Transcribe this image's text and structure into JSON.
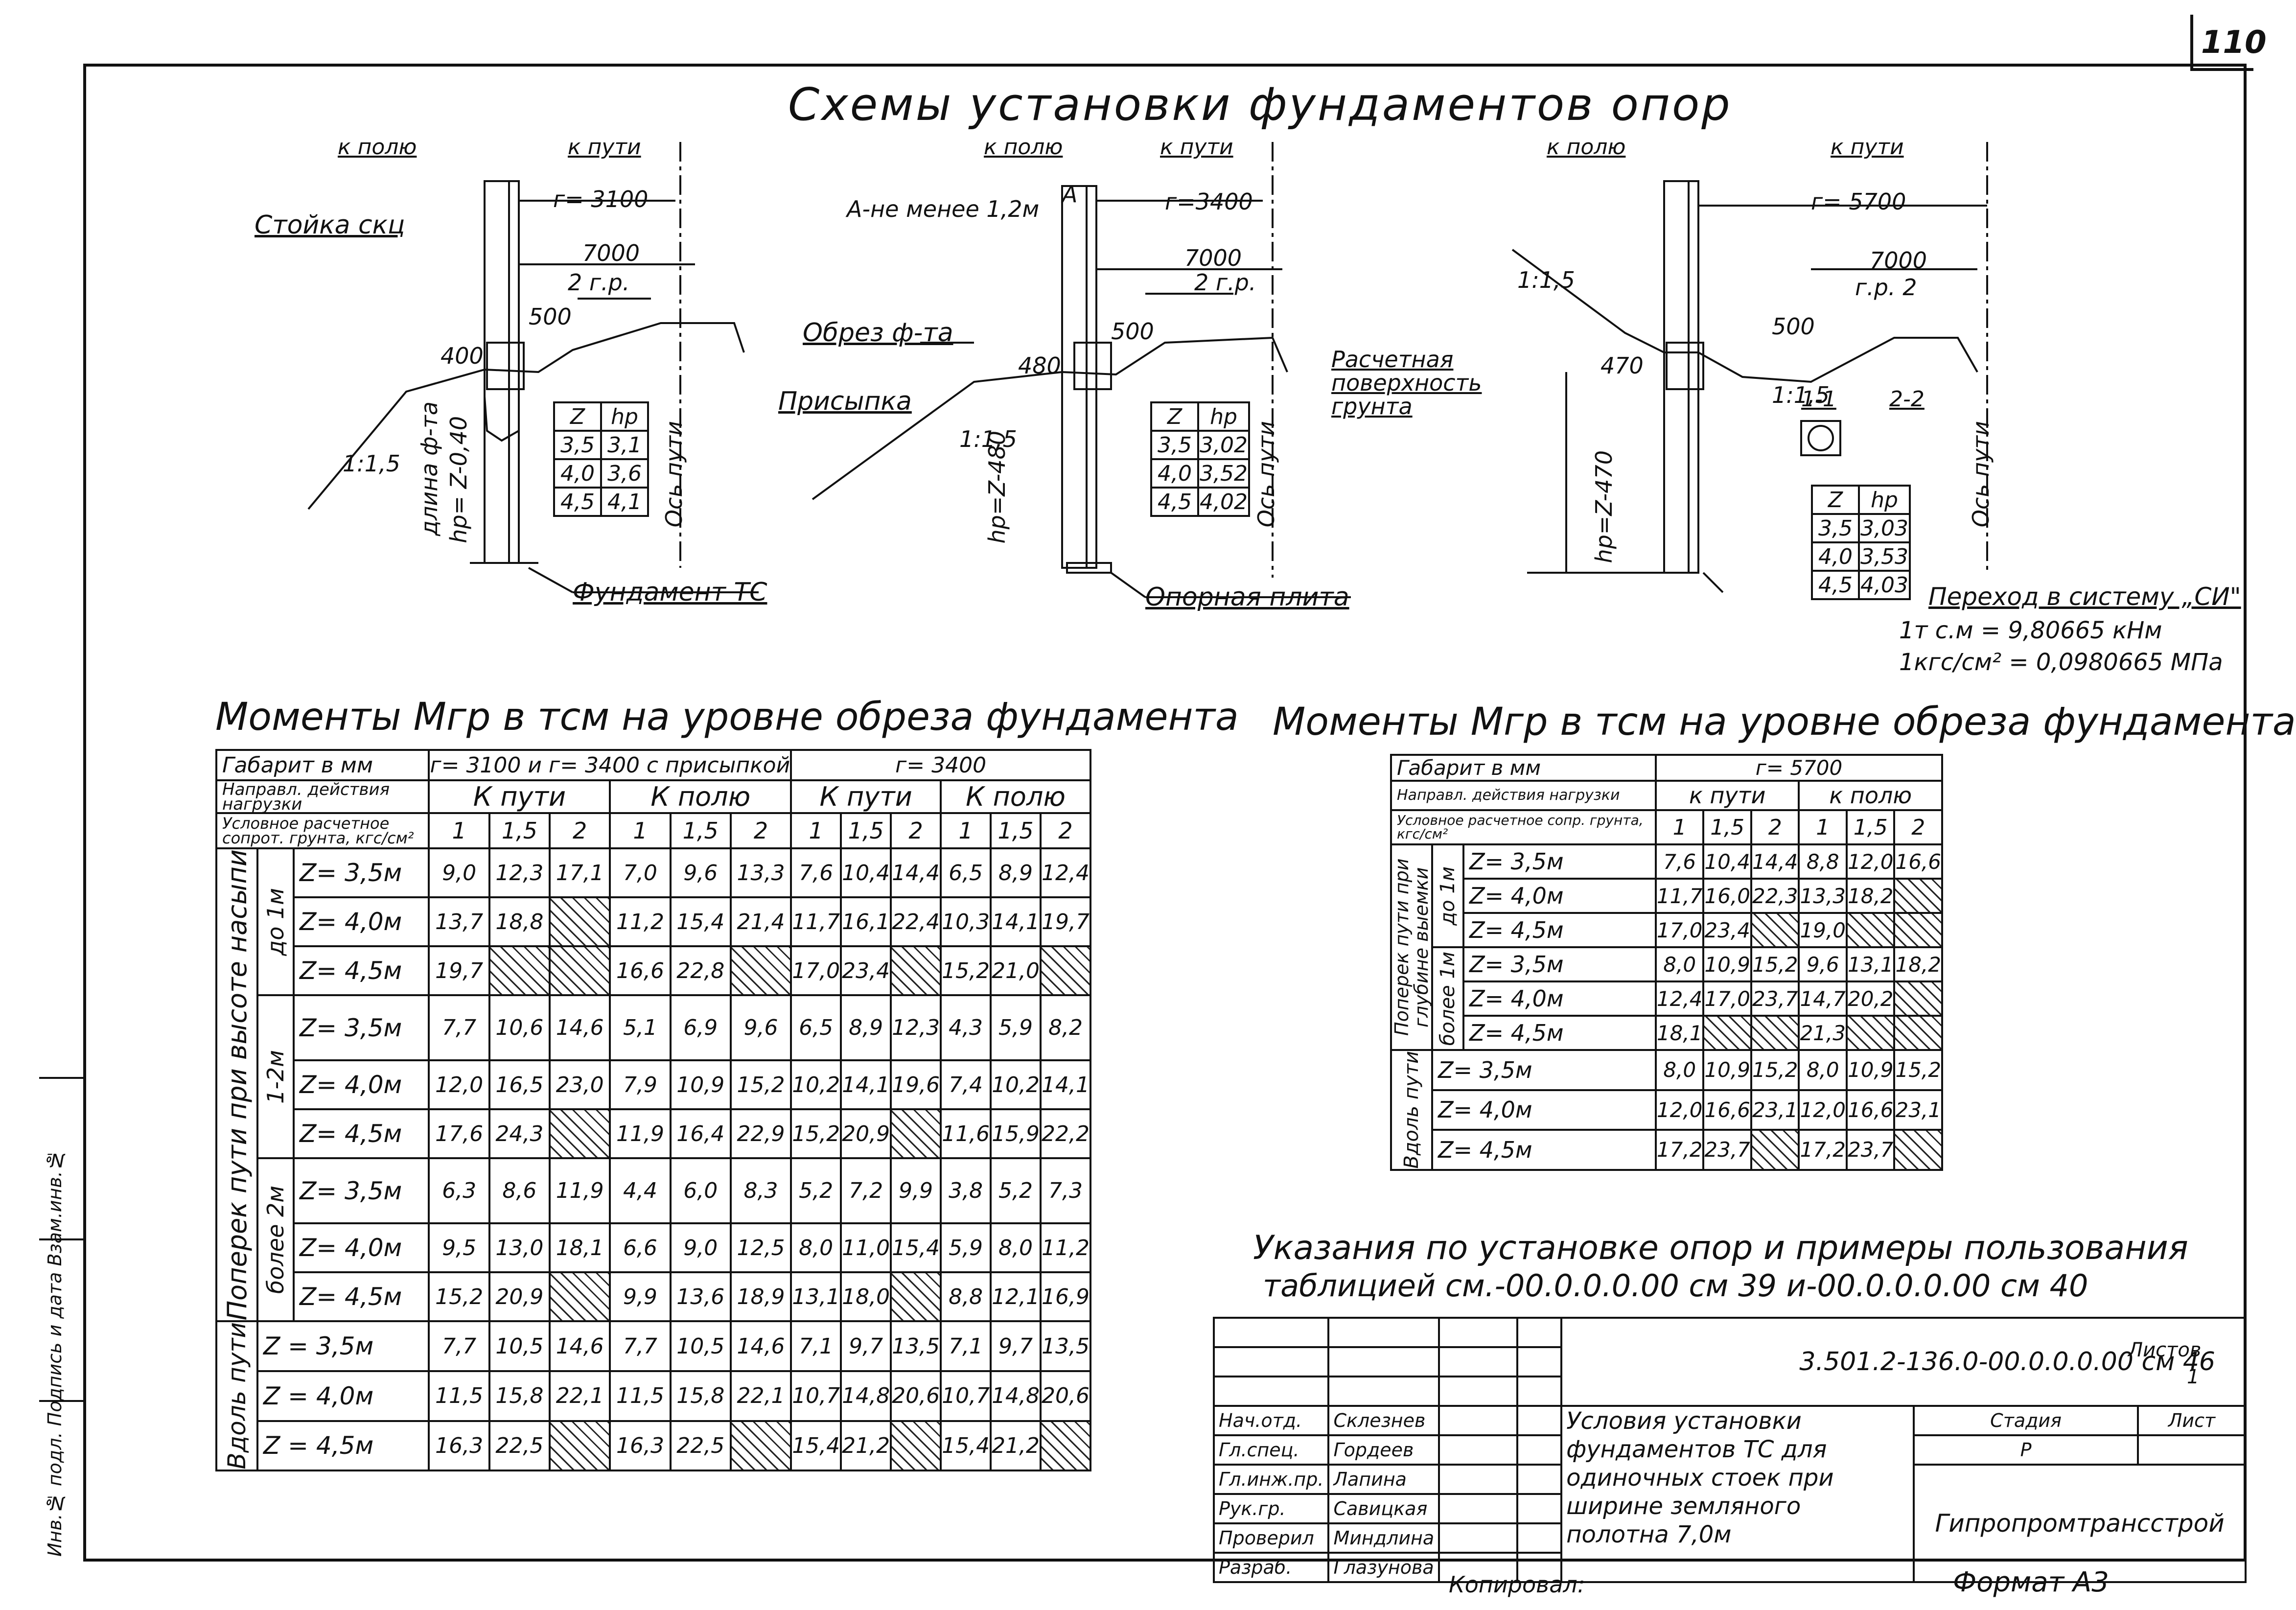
{
  "page_number": "110",
  "main_title": "Схемы установки фундаментов опор",
  "schemes": {
    "s1": {
      "to_field": "к полю",
      "to_track": "к пути",
      "stand_label": "Стойка скц",
      "r_label": "г= 3100",
      "dim_7000": "7000",
      "dim_2gr": "2 г.р.",
      "dim_400": "400",
      "dim_500": "500",
      "slope": "1:1,5",
      "depth_label": "длина ф-та",
      "hp_label": "hp= Z-0,40",
      "axis_label": "Ось пути",
      "foundation_label": "Фундамент ТС",
      "mini_header": [
        "Z",
        "hp"
      ],
      "mini_rows": [
        [
          "3,5",
          "3,1"
        ],
        [
          "4,0",
          "3,6"
        ],
        [
          "4,5",
          "4,1"
        ]
      ]
    },
    "s2": {
      "to_field": "к полю",
      "to_track": "к пути",
      "a_label": "А-не менее 1,2м",
      "a_mark": "А",
      "r_label": "г=3400",
      "dim_7000": "7000",
      "dim_2gr": "2 г.р.",
      "cut_label": "Обрез ф-та",
      "fill_label": "Присыпка",
      "dim_480": "480",
      "dim_500": "500",
      "slope": "1:1,5",
      "hp_label": "hp=Z-480",
      "axis_label": "Ось пути",
      "plate_label": "Опорная плита",
      "mini_header": [
        "Z",
        "hp"
      ],
      "mini_rows": [
        [
          "3,5",
          "3,02"
        ],
        [
          "4,0",
          "3,52"
        ],
        [
          "4,5",
          "4,02"
        ]
      ]
    },
    "s3": {
      "to_field": "к полю",
      "to_track": "к пути",
      "r_label": "г= 5700",
      "dim_7000": "7000",
      "dim_2gr": "г.р. 2",
      "dim_500": "500",
      "dim_470": "470",
      "slope1": "1:1,5",
      "slope2": "1:1,5",
      "surface_label": "Расчетная поверхность грунта",
      "hp_label": "hp=Z-470",
      "axis_label": "Ось пути",
      "section_1": "1-1",
      "section_2": "2-2",
      "mini_header": [
        "Z",
        "hp"
      ],
      "mini_rows": [
        [
          "3,5",
          "3,03"
        ],
        [
          "4,0",
          "3,53"
        ],
        [
          "4,5",
          "4,03"
        ]
      ],
      "si_title": "Переход в систему „СИ\"",
      "si_line1": "1т с.м = 9,80665 кНм",
      "si_line2": "1кгс/см² = 0,0980665 МПа"
    }
  },
  "table_left": {
    "title": "Моменты Mгр в тсм на уровне обреза фундамента",
    "h_gabarit": "Габарит в мм",
    "h_gab_a": "г= 3100 и г= 3400 с присыпкой",
    "h_gab_b": "г= 3400",
    "h_direction": "Направл. действия нагрузки",
    "dirs": [
      "К пути",
      "К полю",
      "К пути",
      "К полю"
    ],
    "h_soil": "Условное расчетное сопрот. грунта, кгс/см²",
    "soils": [
      "1",
      "1,5",
      "2",
      "1",
      "1,5",
      "2",
      "1",
      "1,5",
      "2",
      "1",
      "1,5",
      "2"
    ],
    "group_across": "Поперек пути при высоте насыпи",
    "group_along": "Вдоль пути",
    "subgroups": [
      "до 1м",
      "1-2м",
      "более 2м"
    ],
    "rows": [
      {
        "z": "Z= 3,5м",
        "v": [
          "9,0",
          "12,3",
          "17,1",
          "7,0",
          "9,6",
          "13,3",
          "7,6",
          "10,4",
          "14,4",
          "6,5",
          "8,9",
          "12,4"
        ]
      },
      {
        "z": "Z= 4,0м",
        "v": [
          "13,7",
          "18,8",
          "",
          "11,2",
          "15,4",
          "21,4",
          "11,7",
          "16,1",
          "22,4",
          "10,3",
          "14,1",
          "19,7"
        ]
      },
      {
        "z": "Z= 4,5м",
        "v": [
          "19,7",
          "",
          "",
          "16,6",
          "22,8",
          "",
          "17,0",
          "23,4",
          "",
          "15,2",
          "21,0",
          ""
        ]
      },
      {
        "z": "Z= 3,5м",
        "v": [
          "7,7",
          "10,6",
          "14,6",
          "5,1",
          "6,9",
          "9,6",
          "6,5",
          "8,9",
          "12,3",
          "4,3",
          "5,9",
          "8,2"
        ]
      },
      {
        "z": "Z= 4,0м",
        "v": [
          "12,0",
          "16,5",
          "23,0",
          "7,9",
          "10,9",
          "15,2",
          "10,2",
          "14,1",
          "19,6",
          "7,4",
          "10,2",
          "14,1"
        ]
      },
      {
        "z": "Z= 4,5м",
        "v": [
          "17,6",
          "24,3",
          "",
          "11,9",
          "16,4",
          "22,9",
          "15,2",
          "20,9",
          "",
          "11,6",
          "15,9",
          "22,2"
        ]
      },
      {
        "z": "Z= 3,5м",
        "v": [
          "6,3",
          "8,6",
          "11,9",
          "4,4",
          "6,0",
          "8,3",
          "5,2",
          "7,2",
          "9,9",
          "3,8",
          "5,2",
          "7,3"
        ]
      },
      {
        "z": "Z= 4,0м",
        "v": [
          "9,5",
          "13,0",
          "18,1",
          "6,6",
          "9,0",
          "12,5",
          "8,0",
          "11,0",
          "15,4",
          "5,9",
          "8,0",
          "11,2"
        ]
      },
      {
        "z": "Z= 4,5м",
        "v": [
          "15,2",
          "20,9",
          "",
          "9,9",
          "13,6",
          "18,9",
          "13,1",
          "18,0",
          "",
          "8,8",
          "12,1",
          "16,9"
        ]
      },
      {
        "z": "Z = 3,5м",
        "v": [
          "7,7",
          "10,5",
          "14,6",
          "7,7",
          "10,5",
          "14,6",
          "7,1",
          "9,7",
          "13,5",
          "7,1",
          "9,7",
          "13,5"
        ]
      },
      {
        "z": "Z = 4,0м",
        "v": [
          "11,5",
          "15,8",
          "22,1",
          "11,5",
          "15,8",
          "22,1",
          "10,7",
          "14,8",
          "20,6",
          "10,7",
          "14,8",
          "20,6"
        ]
      },
      {
        "z": "Z = 4,5м",
        "v": [
          "16,3",
          "22,5",
          "",
          "16,3",
          "22,5",
          "",
          "15,4",
          "21,2",
          "",
          "15,4",
          "21,2",
          ""
        ]
      }
    ]
  },
  "table_right": {
    "title": "Моменты Mгр в тсм на уровне обреза фундамента",
    "h_gabarit": "Габарит в мм",
    "h_gab": "г= 5700",
    "h_direction": "Направл. действия нагрузки",
    "dirs": [
      "к пути",
      "к полю"
    ],
    "h_soil": "Условное расчетное сопр. грунта, кгс/см²",
    "soils": [
      "1",
      "1,5",
      "2",
      "1",
      "1,5",
      "2"
    ],
    "group_across": "Поперек пути при глубине выемки",
    "group_along": "Вдоль пути",
    "subgroups": [
      "до 1м",
      "более 1м"
    ],
    "rows": [
      {
        "z": "Z= 3,5м",
        "v": [
          "7,6",
          "10,4",
          "14,4",
          "8,8",
          "12,0",
          "16,6"
        ]
      },
      {
        "z": "Z= 4,0м",
        "v": [
          "11,7",
          "16,0",
          "22,3",
          "13,3",
          "18,2",
          ""
        ]
      },
      {
        "z": "Z= 4,5м",
        "v": [
          "17,0",
          "23,4",
          "",
          "19,0",
          "",
          ""
        ]
      },
      {
        "z": "Z= 3,5м",
        "v": [
          "8,0",
          "10,9",
          "15,2",
          "9,6",
          "13,1",
          "18,2"
        ]
      },
      {
        "z": "Z= 4,0м",
        "v": [
          "12,4",
          "17,0",
          "23,7",
          "14,7",
          "20,2",
          ""
        ]
      },
      {
        "z": "Z= 4,5м",
        "v": [
          "18,1",
          "",
          "",
          "21,3",
          "",
          ""
        ]
      },
      {
        "z": "Z= 3,5м",
        "v": [
          "8,0",
          "10,9",
          "15,2",
          "8,0",
          "10,9",
          "15,2"
        ]
      },
      {
        "z": "Z= 4,0м",
        "v": [
          "12,0",
          "16,6",
          "23,1",
          "12,0",
          "16,6",
          "23,1"
        ]
      },
      {
        "z": "Z= 4,5м",
        "v": [
          "17,2",
          "23,7",
          "",
          "17,2",
          "23,7",
          ""
        ]
      }
    ]
  },
  "notes": {
    "line1": "Указания по установке опор и примеры пользования",
    "line2": "таблицией см.-00.0.0.0.00 см 39 и-00.0.0.0.00 см 40"
  },
  "title_block": {
    "code": "3.501.2-136.0-00.0.0.0.00 см 46",
    "roles": [
      "Нач.отд.",
      "Гл.спец.",
      "Гл.инж.пр.",
      "Рук.гр.",
      "Проверил",
      "Разраб."
    ],
    "names": [
      "Склезнев",
      "Гордеев",
      "Лапина",
      "Савицкая",
      "Миндлина",
      "Глазунова"
    ],
    "description": "Условия установки фундаментов ТС для одиночных стоек при ширине земляного полотна 7,0м",
    "h_stage": "Стадия",
    "h_sheet": "Лист",
    "h_sheets": "Листов",
    "stage": "Р",
    "sheet": "",
    "sheets": "1",
    "org": "Гипропромтрансстрой"
  },
  "footer": {
    "copied": "Копировал:",
    "format": "Формат А3"
  },
  "sidebar_text": "Инв.№ подл.   Подпись и дата   Взам.инв.№"
}
